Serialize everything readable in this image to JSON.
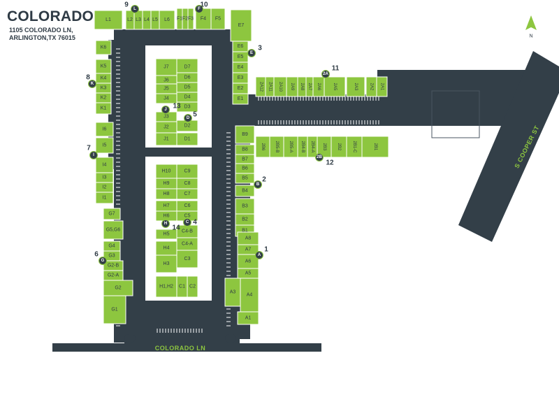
{
  "header": {
    "title": "COLORADO",
    "address_line1": "1105 COLORADO LN,",
    "address_line2": "ARLINGTON,TX 76015"
  },
  "north_label": "N",
  "roads": {
    "bottom": "COLORADO LN",
    "right": "S COOPER ST"
  },
  "colors": {
    "building": "#8dc63f",
    "building_border": "#ffffff",
    "asphalt": "#333f48",
    "marker": "#333f48",
    "text": "#2f3b45",
    "north_arrow": "#8dc63f"
  },
  "buildings": [
    "L1",
    "L2",
    "L3",
    "L4",
    "L5",
    "L6",
    "F1",
    "F2",
    "F3",
    "F4",
    "F5",
    "E7",
    "E6",
    "E5",
    "E4",
    "E3",
    "E2",
    "E1",
    "K6",
    "K5",
    "K4",
    "K3",
    "K2",
    "K1",
    "I6",
    "I5",
    "I4",
    "I3",
    "I2",
    "I1",
    "G7",
    "G5,G6",
    "G4",
    "G3",
    "G2-B",
    "G2-A",
    "G2",
    "G1",
    "J7",
    "J6",
    "J5",
    "J4",
    "J3",
    "J2",
    "J1",
    "D7",
    "D6",
    "D5",
    "D4",
    "D3",
    "D2",
    "D1",
    "H10",
    "H9",
    "H8",
    "H7",
    "H6",
    "H5",
    "H4",
    "H3",
    "H1,H2",
    "C9",
    "C8",
    "C7",
    "C6",
    "C5",
    "C4-B",
    "C4-A",
    "C3",
    "C1",
    "C2",
    "B9",
    "B8",
    "B7",
    "B6",
    "B5",
    "B4",
    "B3",
    "B2",
    "B1",
    "A8",
    "A7",
    "A6",
    "A5",
    "A4",
    "A3",
    "A1",
    "2A12",
    "2A11",
    "2A10",
    "2A9",
    "2A8",
    "2A7",
    "2A6",
    "2A5",
    "2A3",
    "2A2",
    "2A1",
    "2B6",
    "2B5-B",
    "2B5-A",
    "2B4-B",
    "2B4-A",
    "2B3",
    "2B2",
    "2B1-C",
    "2B1"
  ],
  "markers": [
    {
      "letter": "L",
      "number": "9"
    },
    {
      "letter": "F",
      "number": "10"
    },
    {
      "letter": "E",
      "number": "3"
    },
    {
      "letter": "K",
      "number": "8"
    },
    {
      "letter": "I",
      "number": "7"
    },
    {
      "letter": "G",
      "number": "6"
    },
    {
      "letter": "J",
      "number": "13"
    },
    {
      "letter": "D",
      "number": "5"
    },
    {
      "letter": "H",
      "number": "14"
    },
    {
      "letter": "C",
      "number": "4"
    },
    {
      "letter": "B",
      "number": "2"
    },
    {
      "letter": "A",
      "number": "1"
    },
    {
      "letter": "2A",
      "number": "11"
    },
    {
      "letter": "2B",
      "number": "12"
    }
  ]
}
